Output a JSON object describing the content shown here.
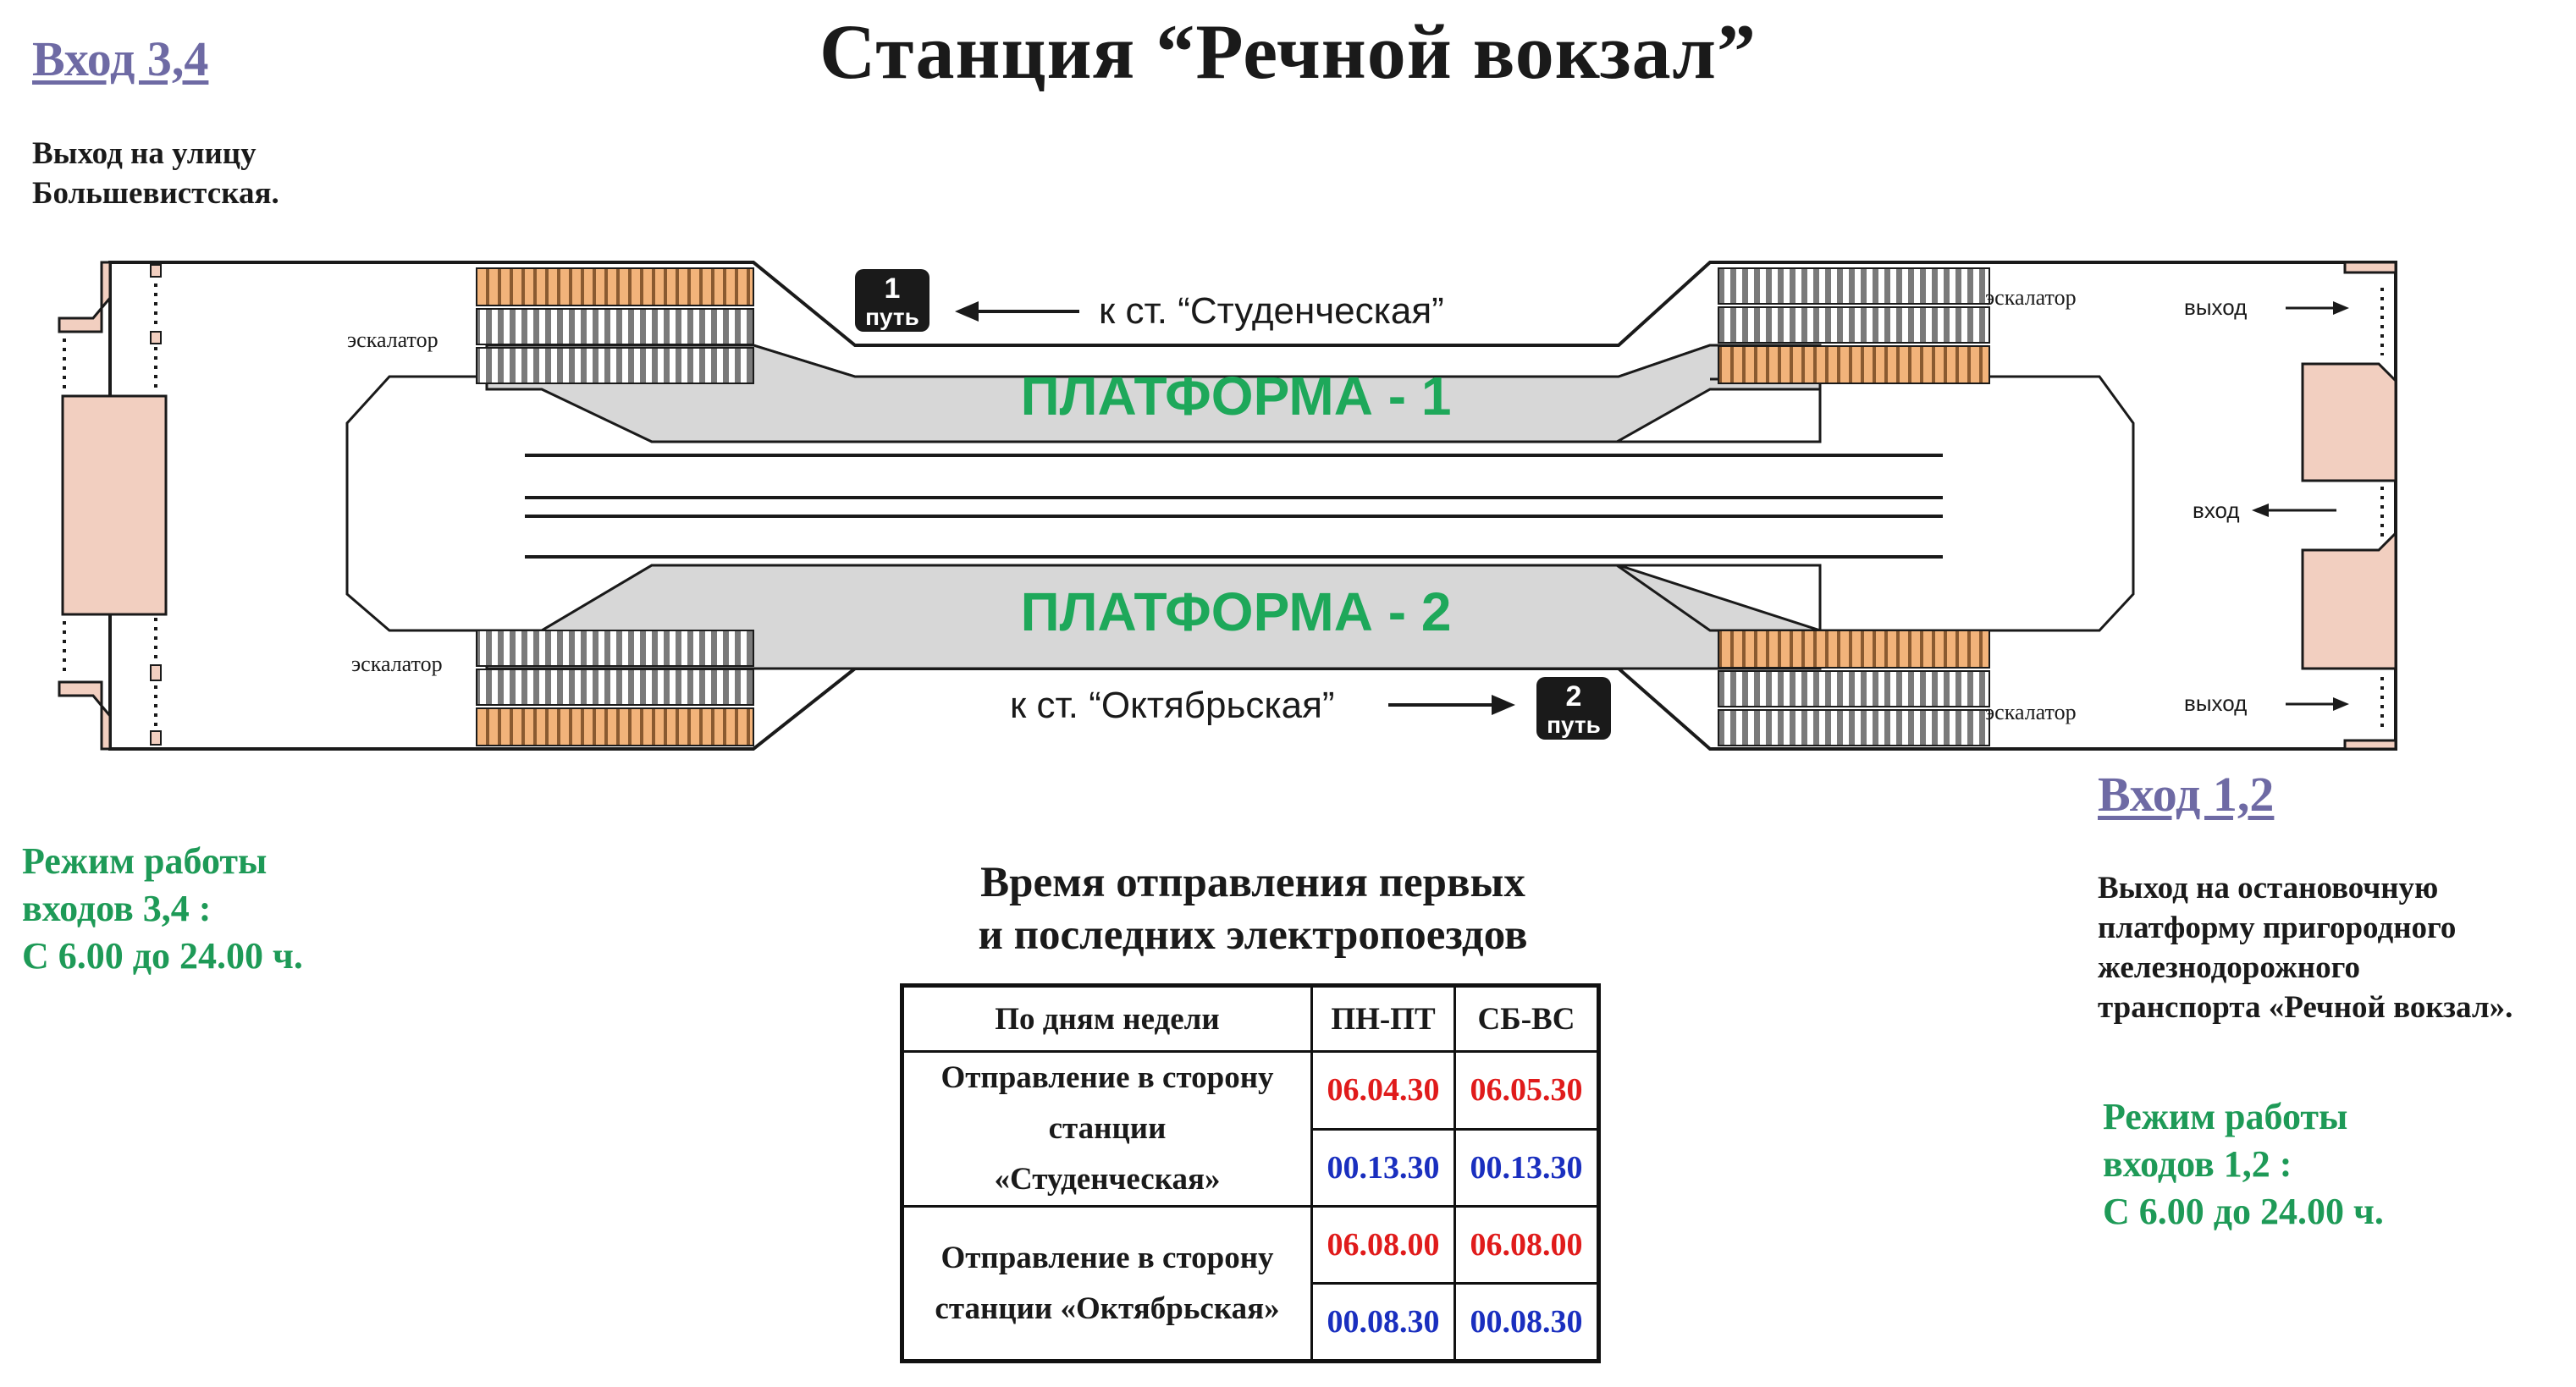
{
  "title": "Станция “Речной вокзал”",
  "entrance_34": {
    "heading": "Вход 3,4",
    "description": "Выход на улицу\nБольшевистская.",
    "hours": "Режим работы\n входов 3,4 :\nС 6.00 до 24.00 ч."
  },
  "entrance_12": {
    "heading": "Вход 1,2",
    "description": "Выход на остановочную\nплатформу пригородного\nжелезнодорожного\nтранспорта «Речной вокзал».",
    "hours": "Режим работы\nвходов 1,2 :\nС 6.00 до 24.00 ч."
  },
  "diagram": {
    "platform_1": "ПЛАТФОРМА - 1",
    "platform_2": "ПЛАТФОРМА - 2",
    "track_1_num": "1",
    "track_2_num": "2",
    "track_word": "путь",
    "direction_1": "к ст. “Студенческая”",
    "direction_2": "к ст. “Октябрьская”",
    "escalator": "эскалатор",
    "exit": "выход",
    "enter": "вход",
    "colors": {
      "platform": "#d7d7d7",
      "escalator_active": "#f2b37a",
      "kiosk": "#f2cfc0",
      "platform_label": "#1ea85a",
      "hours_text": "#1e9a57",
      "entry_heading": "#6e6aa4",
      "time_red": "#e01b1b",
      "time_blue": "#1a2fbf"
    }
  },
  "schedule": {
    "title": "Время отправления первых\nи последних электропоездов",
    "header": {
      "label": "По дням недели",
      "col1": "ПН-ПТ",
      "col2": "СБ-ВС"
    },
    "rows": [
      {
        "direction": "Отправление в сторону\nстанции\n«Студенческая»",
        "first": {
          "weekday": "06.04.30",
          "weekend": "06.05.30"
        },
        "last": {
          "weekday": "00.13.30",
          "weekend": "00.13.30"
        }
      },
      {
        "direction": "Отправление в сторону\nстанции «Октябрьская»",
        "first": {
          "weekday": "06.08.00",
          "weekend": "06.08.00"
        },
        "last": {
          "weekday": "00.08.30",
          "weekend": "00.08.30"
        }
      }
    ]
  }
}
